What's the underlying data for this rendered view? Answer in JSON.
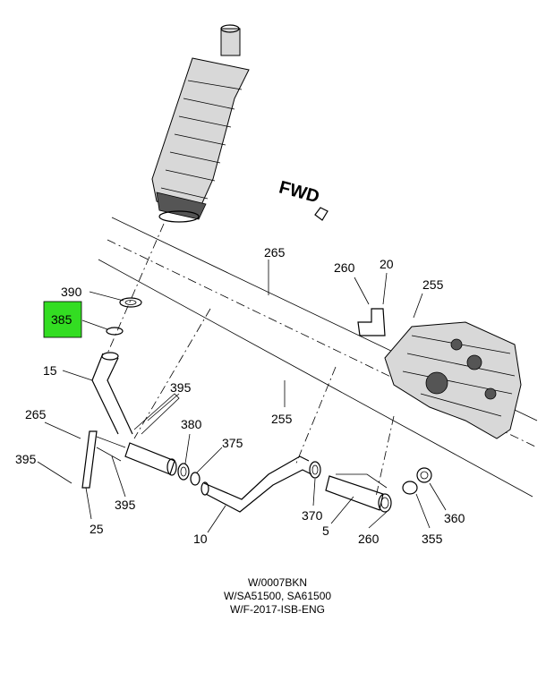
{
  "callouts": {
    "c390": "390",
    "c385": "385",
    "c15": "15",
    "c265a": "265",
    "c265b": "265",
    "c395a": "395",
    "c395b": "395",
    "c395c": "395",
    "c25": "25",
    "c380": "380",
    "c375": "375",
    "c10": "10",
    "c255a": "255",
    "c255b": "255",
    "c260a": "260",
    "c260b": "260",
    "c20": "20",
    "c370": "370",
    "c5": "5",
    "c355": "355",
    "c360": "360"
  },
  "fwd_label": "FWD",
  "highlight_color": "#33dd22",
  "caption": {
    "line1": "W/0007BKN",
    "line2": "W/SA51500, SA61500",
    "line3": "W/F-2017-ISB-ENG"
  }
}
